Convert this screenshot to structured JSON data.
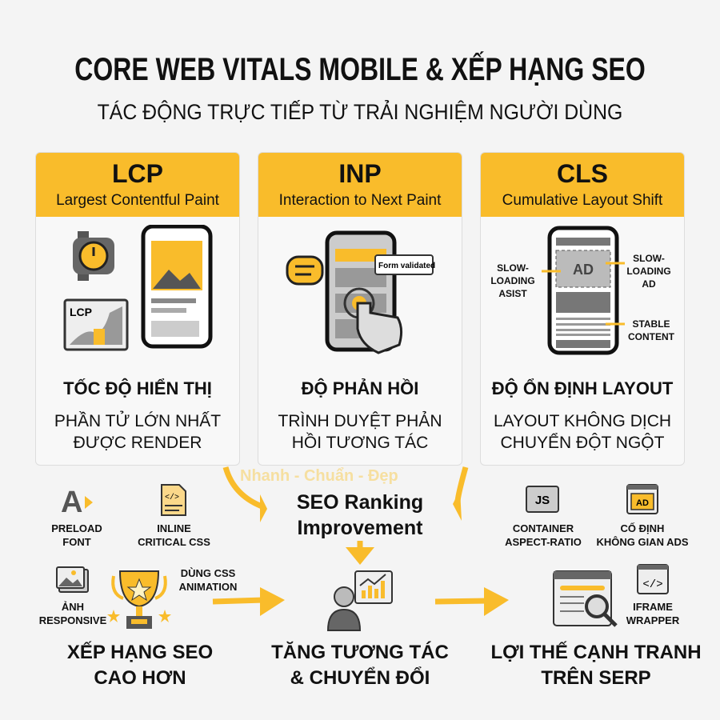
{
  "title": "CORE WEB VITALS MOBILE & XẾP HẠNG SEO",
  "subtitle": "TÁC ĐỘNG TRỰC TIẾP TỪ TRẢI NGHIỆM NGƯỜI DÙNG",
  "colors": {
    "accent": "#f9bc2b",
    "background": "#f4f4f4",
    "dark": "#333333"
  },
  "watermark": "Nhanh - Chuẩn - Đẹp",
  "cards": [
    {
      "abbr": "LCP",
      "full": "Largest Contentful Paint",
      "heading": "TỐC ĐỘ HIỂN THỊ",
      "desc1": "PHẦN TỬ LỚN NHẤT",
      "desc2": "ĐƯỢC RENDER",
      "chart_label": "LCP"
    },
    {
      "abbr": "INP",
      "full": "Interaction to Next Paint",
      "heading": "ĐỘ PHẢN HỒI",
      "desc1": "TRÌNH DUYỆT PHẢN",
      "desc2": "HỒI TƯƠNG TÁC",
      "toast": "Form validated"
    },
    {
      "abbr": "CLS",
      "full": "Cumulative Layout Shift",
      "heading": "ĐỘ ỔN ĐỊNH LAYOUT",
      "desc1": "LAYOUT KHÔNG DỊCH",
      "desc2": "CHUYỂN ĐỘT NGỘT",
      "ad": "AD",
      "left_label": [
        "SLOW-",
        "LOADING",
        "ASIST"
      ],
      "right_label": [
        "SLOW-",
        "LOADING",
        "AD"
      ],
      "stable_label": [
        "STABLE",
        "CONTENT"
      ]
    }
  ],
  "center": {
    "line1": "SEO Ranking",
    "line2": "Improvement"
  },
  "tips_left": [
    {
      "l1": "PRELOAD",
      "l2": "FONT"
    },
    {
      "l1": "INLINE",
      "l2": "CRITICAL CSS"
    },
    {
      "l1": "ẢNH",
      "l2": "RESPONSIVE"
    },
    {
      "l1": "DÙNG CSS",
      "l2": "ANIMATION"
    }
  ],
  "tips_right": [
    {
      "l1": "CONTAINER",
      "l2": "ASPECT-RATIO",
      "icon_text": "JS"
    },
    {
      "l1": "CỐ ĐỊNH",
      "l2": "KHÔNG GIAN ADS",
      "icon_text": "AD"
    },
    {
      "l1": "IFRAME",
      "l2": "WRAPPER"
    }
  ],
  "outcomes": [
    {
      "l1": "XẾP HẠNG SEO",
      "l2": "CAO HƠN"
    },
    {
      "l1": "TĂNG TƯƠNG TÁC",
      "l2": "& CHUYỂN ĐỔI"
    },
    {
      "l1": "LỢI THẾ CẠNH TRANH",
      "l2": "TRÊN SERP"
    }
  ]
}
